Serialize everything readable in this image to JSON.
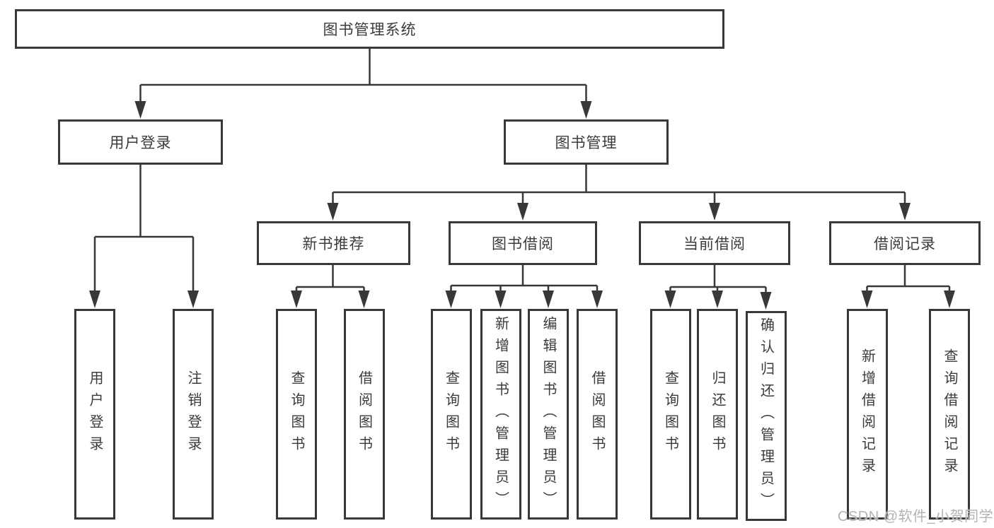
{
  "tree": {
    "root": {
      "label": "图书管理系统",
      "children": [
        {
          "label": "用户登录",
          "children": [
            {
              "label": "用户登录"
            },
            {
              "label": "注销登录"
            }
          ]
        },
        {
          "label": "图书管理",
          "children": [
            {
              "label": "新书推荐",
              "children": [
                {
                  "label": "查询图书"
                },
                {
                  "label": "借阅图书"
                }
              ]
            },
            {
              "label": "图书借阅",
              "children": [
                {
                  "label": "查询图书"
                },
                {
                  "label": "新增图书（管理员）"
                },
                {
                  "label": "编辑图书（管理员）"
                },
                {
                  "label": "借阅图书"
                }
              ]
            },
            {
              "label": "当前借阅",
              "children": [
                {
                  "label": "查询图书"
                },
                {
                  "label": "归还图书"
                },
                {
                  "label": "确认归还（管理员）"
                }
              ]
            },
            {
              "label": "借阅记录",
              "children": [
                {
                  "label": "新增借阅记录"
                },
                {
                  "label": "查询借阅记录"
                }
              ]
            }
          ]
        }
      ]
    }
  },
  "watermark": {
    "text": "CSDN @软件_小贺同学"
  },
  "colors": {
    "line": "#383838",
    "text": "#3b3b3b",
    "watermark": "#b3b3b3",
    "background": "#ffffff"
  }
}
